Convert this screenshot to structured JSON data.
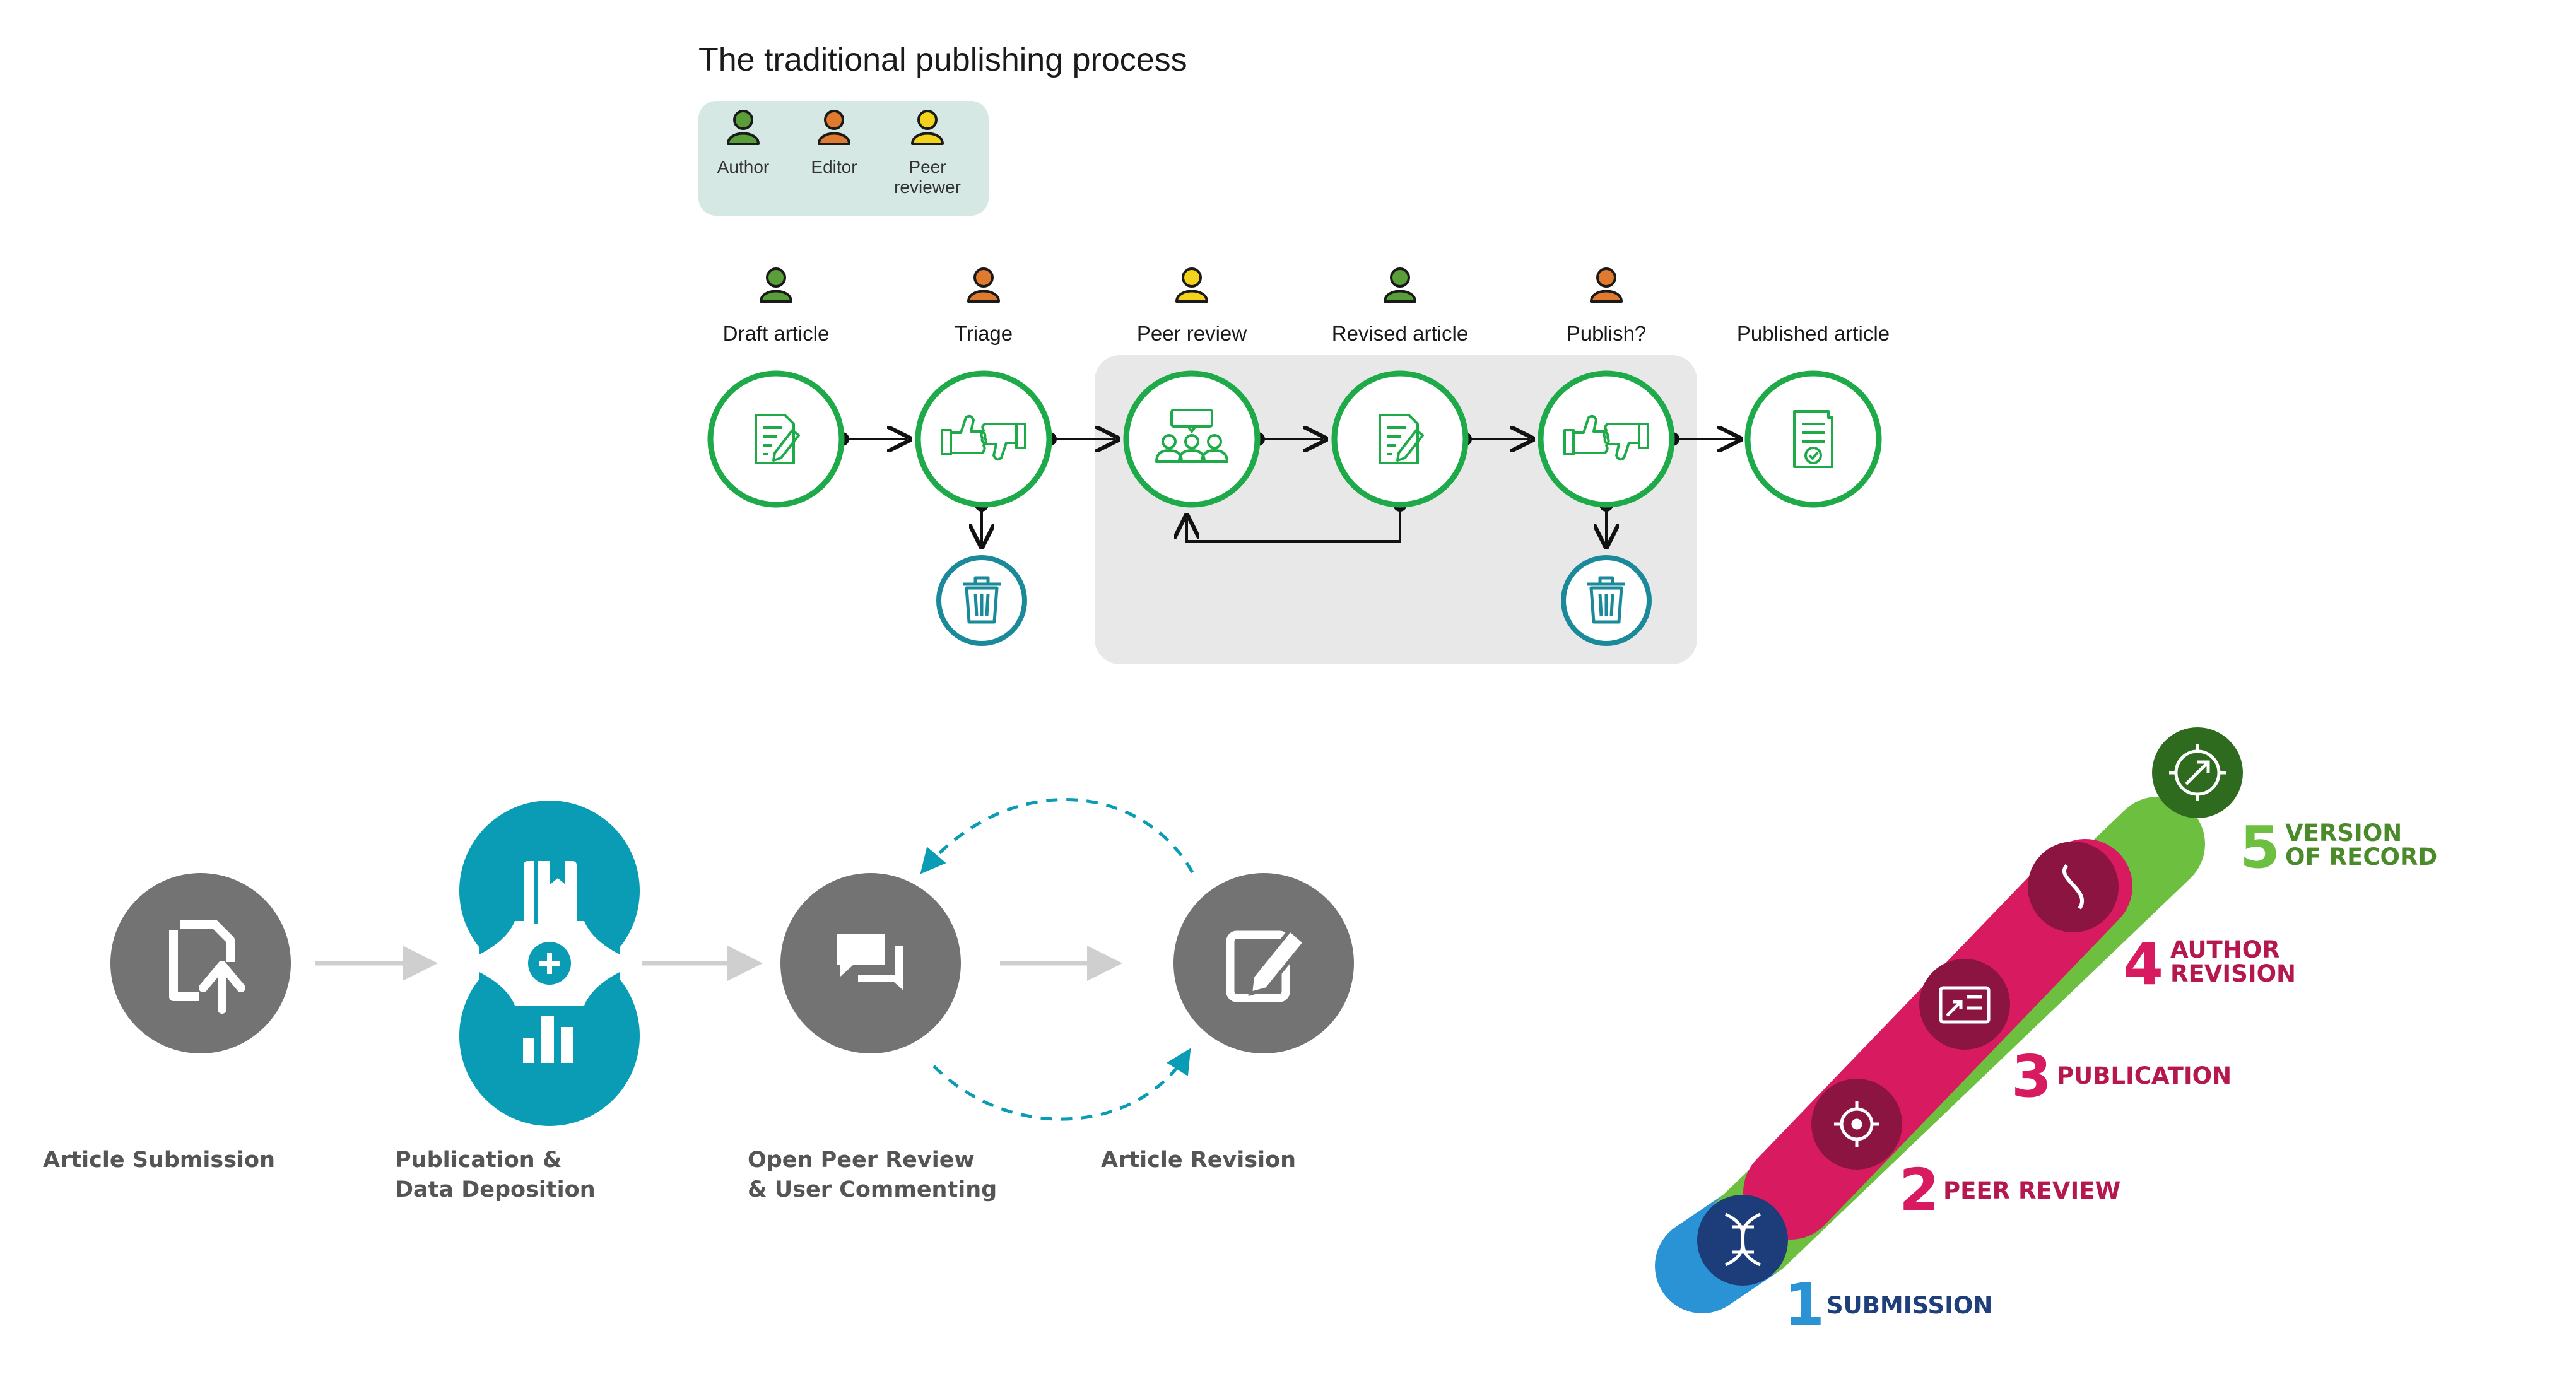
{
  "traditional": {
    "title": "The traditional publishing process",
    "legend": {
      "author": "Author",
      "editor": "Editor",
      "peer_line1": "Peer",
      "peer_line2": "reviewer"
    },
    "steps": [
      {
        "label": "Draft article",
        "role": "author",
        "icon": "document-edit-icon"
      },
      {
        "label": "Triage",
        "role": "editor",
        "icon": "thumbs-up-down-icon"
      },
      {
        "label": "Peer review",
        "role": "peer-reviewer",
        "icon": "reviewer-group-icon"
      },
      {
        "label": "Revised article",
        "role": "author",
        "icon": "document-edit-icon"
      },
      {
        "label": "Publish?",
        "role": "editor",
        "icon": "thumbs-up-down-icon"
      },
      {
        "label": "Published article",
        "role": "",
        "icon": "certified-document-icon"
      }
    ],
    "role_colors": {
      "author": "#5a9e3a",
      "editor": "#e07a2e",
      "peer_reviewer": "#f2d21b"
    },
    "node_color": "#1faa4a",
    "trash_color": "#1a8a9a"
  },
  "open_flow": {
    "steps": {
      "submission": "Article Submission",
      "publication_line1": "Publication &",
      "publication_line2": "Data Deposition",
      "review_line1": "Open Peer Review",
      "review_line2": "& User Commenting",
      "revision": "Article Revision"
    },
    "colors": {
      "grey": "#737373",
      "teal": "#0a9bb5"
    }
  },
  "pipeline": {
    "stages": [
      {
        "num": "1",
        "label": "SUBMISSION",
        "num_color": "#2a93d5",
        "label_color": "#1f3f7a"
      },
      {
        "num": "2",
        "label": "PEER REVIEW",
        "num_color": "#d81b60",
        "label_color": "#b5174f"
      },
      {
        "num": "3",
        "label": "PUBLICATION",
        "num_color": "#d81b60",
        "label_color": "#b5174f"
      },
      {
        "num": "4",
        "label_line1": "AUTHOR",
        "label_line2": "REVISION",
        "num_color": "#d81b60",
        "label_color": "#b5174f"
      },
      {
        "num": "5",
        "label_line1": "VERSION",
        "label_line2": "OF RECORD",
        "num_color": "#6cbf3f",
        "label_color": "#4a8a2a"
      }
    ],
    "colors": {
      "blue": "#2a93d5",
      "magenta": "#d81b60",
      "green": "#6cbf3f"
    }
  }
}
